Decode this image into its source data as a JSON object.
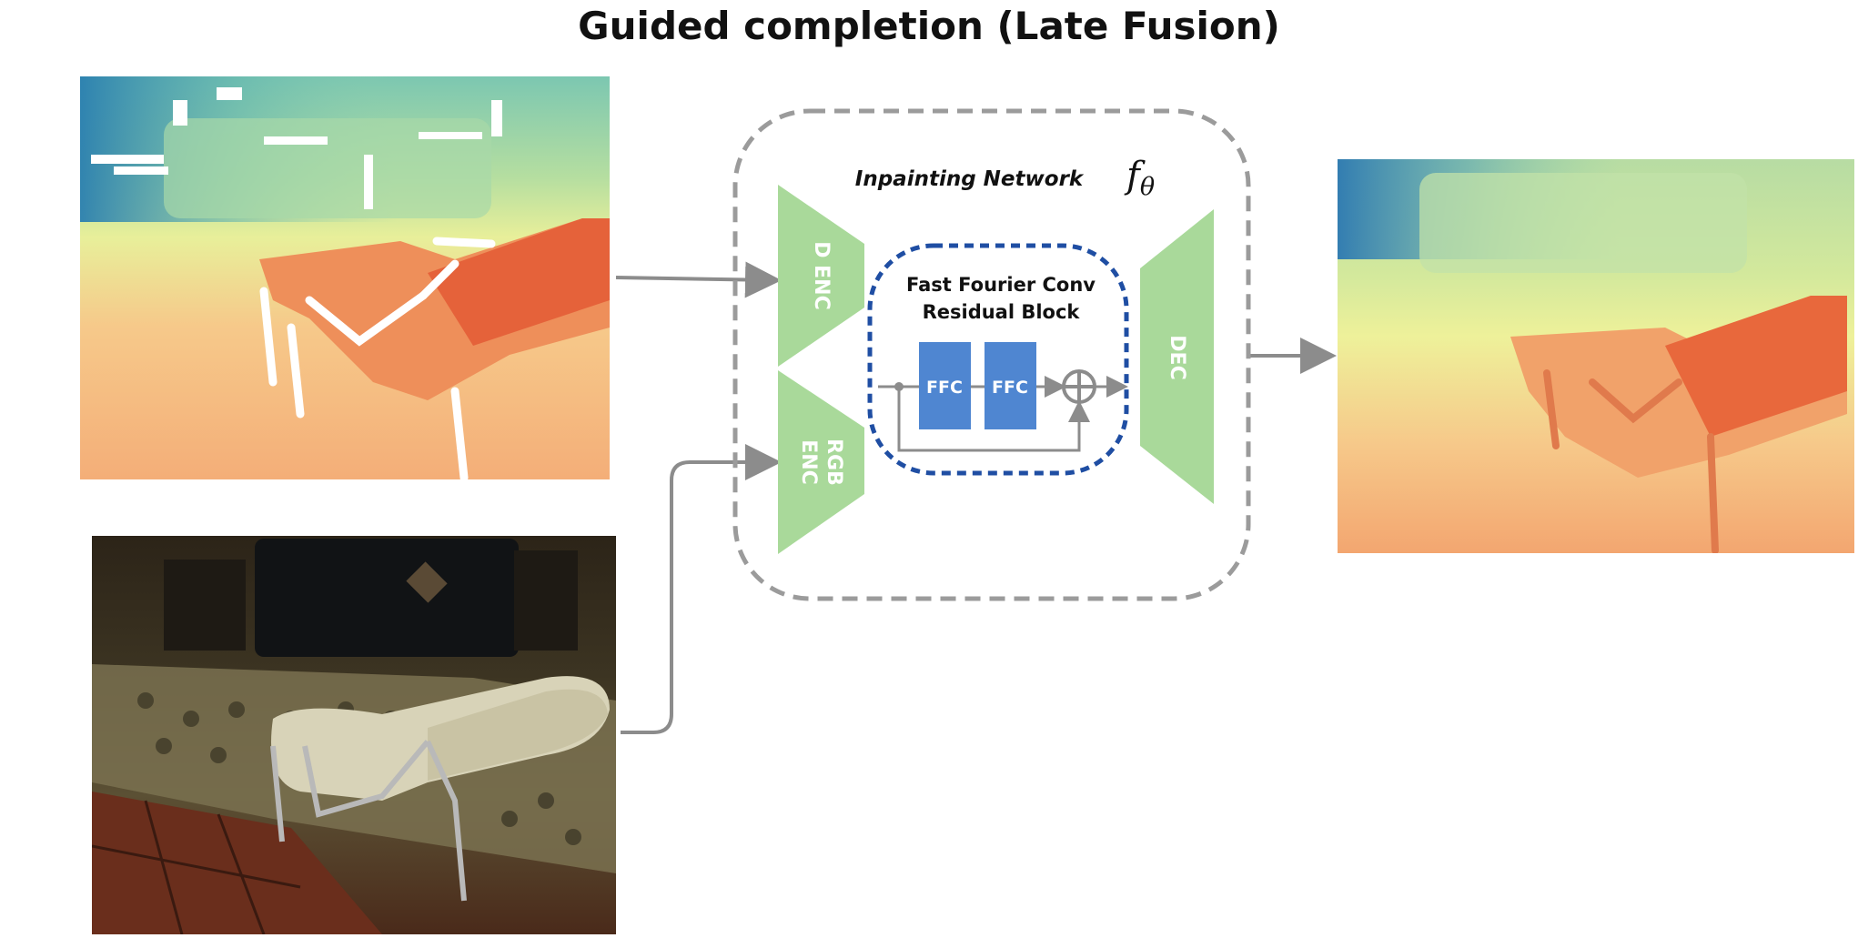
{
  "title": "Guided completion (Late Fusion)",
  "network_label": "Inpainting Network",
  "function_symbol": "f",
  "function_subscript": "θ",
  "depth_encoder_label": "D ENC",
  "rgb_encoder_label_line1": "RGB",
  "rgb_encoder_label_line2": "ENC",
  "decoder_label": "DEC",
  "residual_block_title_line1": "Fast Fourier Conv",
  "residual_block_title_line2": "Residual Block",
  "ffc1_label": "FFC",
  "ffc2_label": "FFC",
  "colors": {
    "encoder_green": "#a9d99a",
    "ffc_blue": "#4f86d1",
    "residual_border": "#1f4ea3",
    "network_border": "#9b9b9b",
    "arrow_gray": "#8c8c8c"
  }
}
